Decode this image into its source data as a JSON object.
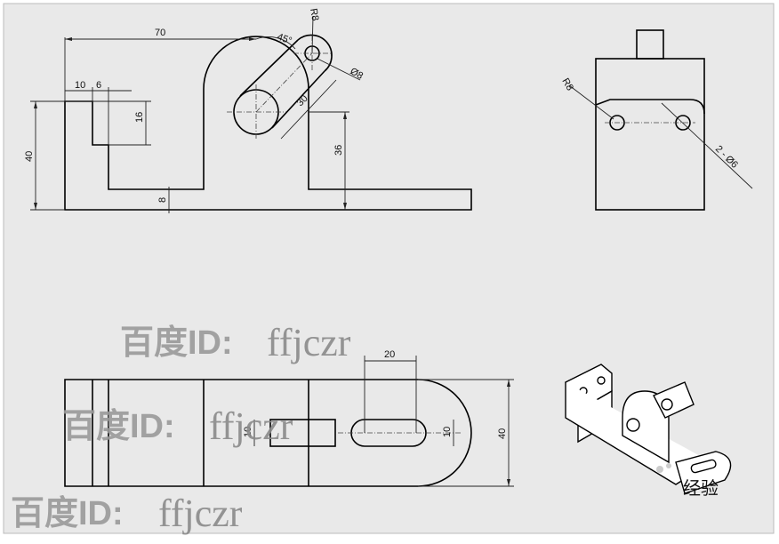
{
  "front_view": {
    "dims": {
      "overall_length": "70",
      "angle": "45°",
      "radius_top": "R8",
      "hole_dia": "Ø8",
      "slot_length": "30",
      "height_total": "40",
      "step_w1": "10",
      "step_w2": "6",
      "step_h": "16",
      "height_36": "36",
      "base_thickness": "8"
    }
  },
  "side_view": {
    "dims": {
      "radius": "R8",
      "holes": "2 - Ø6"
    }
  },
  "top_view": {
    "dims": {
      "slot_spacing": "20",
      "slot_width": "10",
      "tab_width": "10",
      "width": "40"
    }
  },
  "watermarks": [
    {
      "prefix": "百度ID:",
      "user": "ffjczr"
    },
    {
      "prefix": "百度ID:",
      "user": "ffjczr"
    },
    {
      "prefix": "百度ID:",
      "user": "ffjczr"
    }
  ],
  "corner_watermark": "经验"
}
